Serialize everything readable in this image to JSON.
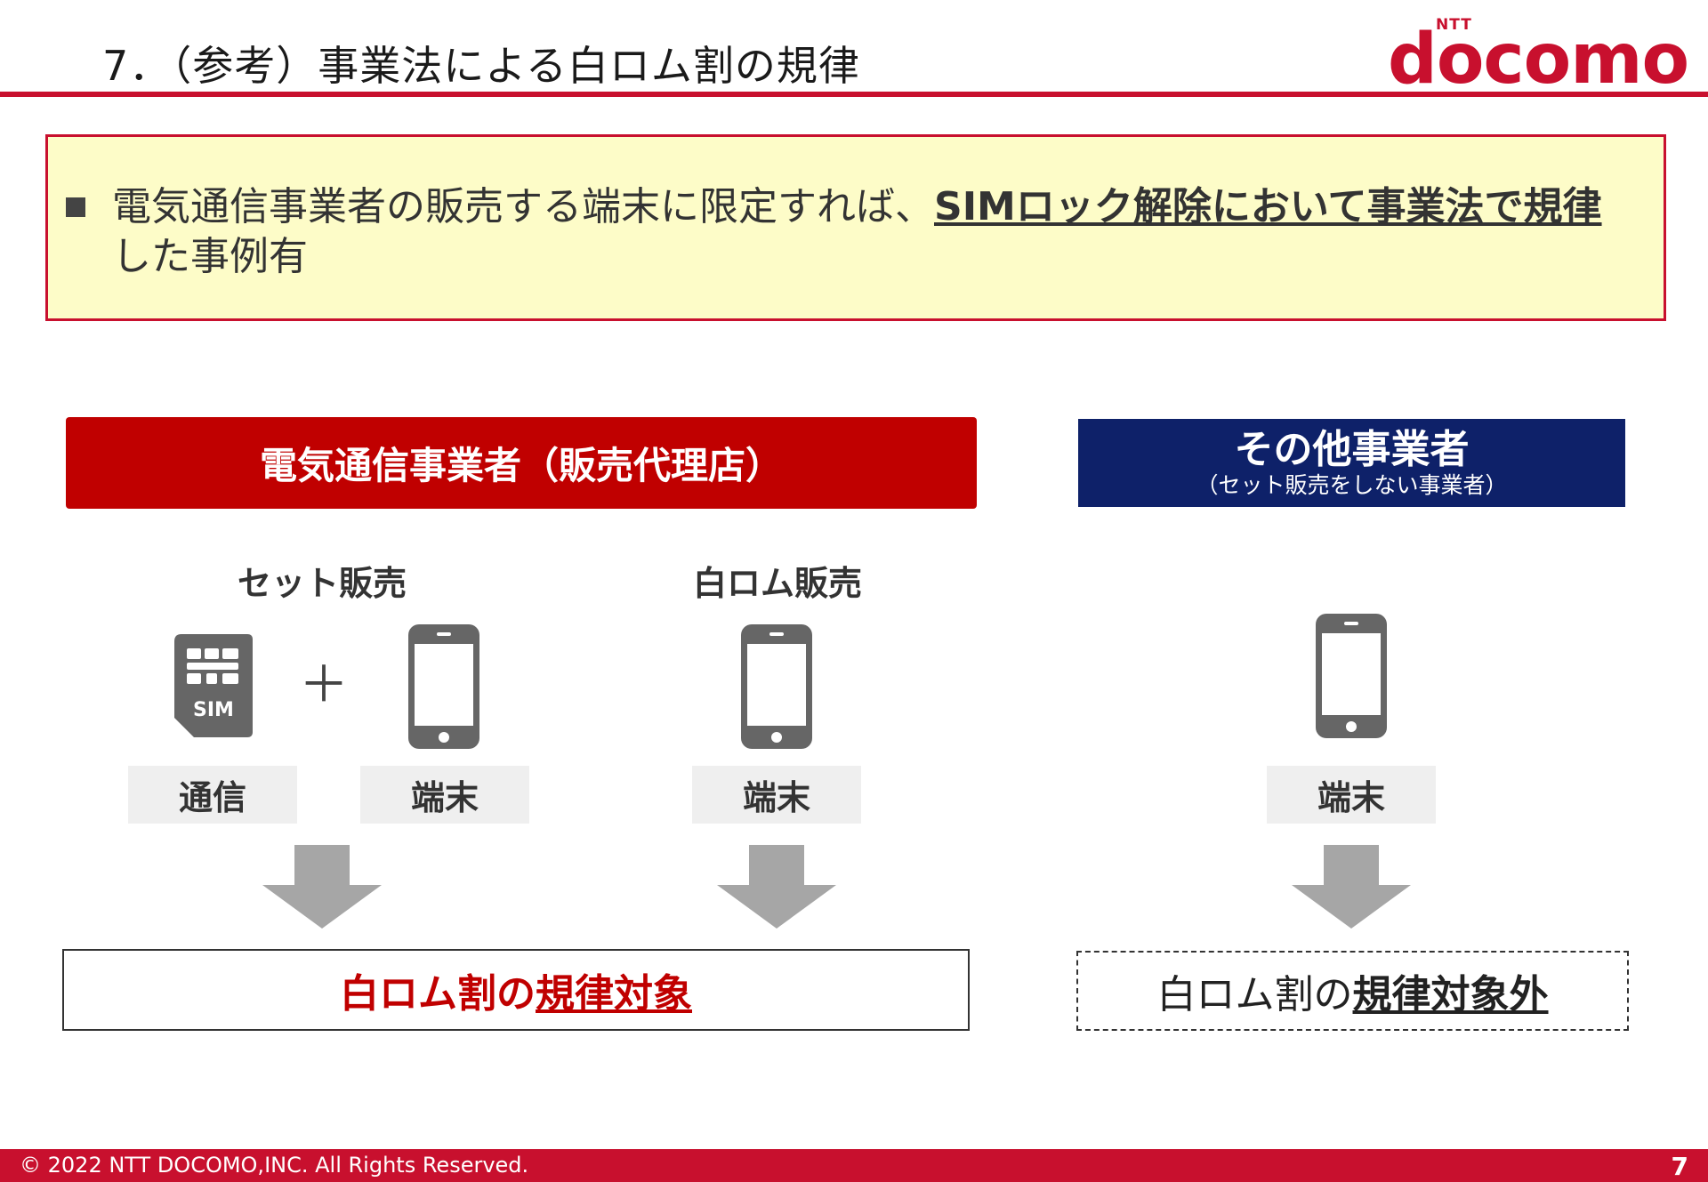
{
  "header": {
    "title": "7．（参考）事業法による白ロム割の規律",
    "logo_ntt": "NTT",
    "logo_main": "docomo"
  },
  "note": {
    "text_before": "電気通信事業者の販売する端末に限定すれば、",
    "text_emphasis": "SIMロック解除において事業法で規律",
    "text_after": "した事例有"
  },
  "categories": {
    "telecom": "電気通信事業者（販売代理店）",
    "other_main": "その他事業者",
    "other_sub": "（セット販売をしない事業者）"
  },
  "columns": {
    "set_sale": "セット販売",
    "white_rom_sale": "白ロム販売"
  },
  "items": {
    "sim_label": "SIM",
    "plus": "＋",
    "communication": "通信",
    "device_1": "端末",
    "device_2": "端末",
    "device_3": "端末"
  },
  "results": {
    "regulated_prefix": "白ロム割の",
    "regulated_emphasis": "規律対象",
    "not_regulated_prefix": "白ロム割の",
    "not_regulated_emphasis": "規律対象外"
  },
  "footer": {
    "copyright": "© 2022 NTT DOCOMO,INC. All Rights Reserved.",
    "page": "7"
  },
  "colors": {
    "brand_red": "#c8102e",
    "category_red": "#c00000",
    "category_navy": "#0e2169",
    "note_background": "#fdfcc8"
  }
}
